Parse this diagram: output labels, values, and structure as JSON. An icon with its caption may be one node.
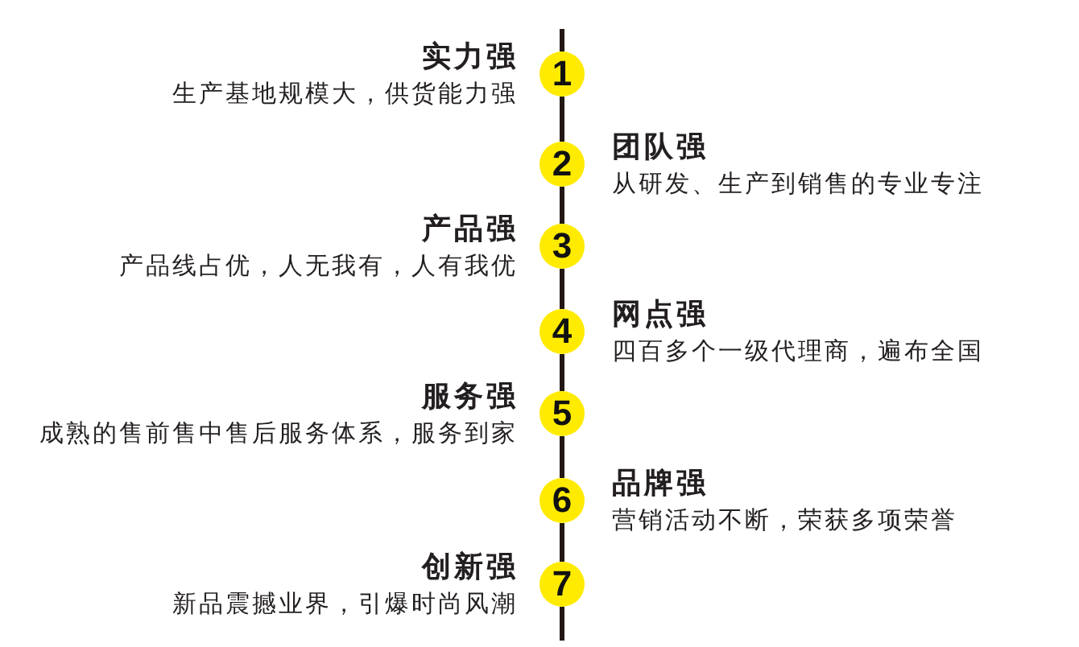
{
  "diagram": {
    "nodes": [
      {
        "text": [
          "1"
        ],
        "beside": [
          "实力强",
          "生产基地规模大，供货能力强"
        ]
      },
      {
        "text": [
          "2"
        ],
        "beside": [
          "团队强",
          "从研发、生产到销售的专业专注"
        ]
      },
      {
        "text": [
          "3"
        ],
        "beside": [
          "产品强",
          "产品线占优，人无我有，人有我优"
        ]
      },
      {
        "text": [
          "4"
        ],
        "beside": [
          "网点强",
          "四百多个一级代理商，遍布全国"
        ]
      },
      {
        "text": [
          "5"
        ],
        "beside": [
          "服务强",
          "成熟的售前售中售后服务体系，服务到家"
        ]
      },
      {
        "text": [
          "6"
        ],
        "beside": [
          "品牌强",
          "营销活动不断，荣获多项荣誉"
        ]
      },
      {
        "text": [
          "7"
        ],
        "beside": [
          "创新强",
          "新品震撼业界，引爆时尚风潮"
        ]
      }
    ],
    "edges": [
      {
        "from": null,
        "to": 0,
        "arrow": "none"
      },
      {
        "from": 0,
        "to": 1,
        "arrow": "none"
      },
      {
        "from": 1,
        "to": 2,
        "arrow": "none"
      },
      {
        "from": 2,
        "to": 3,
        "arrow": "none"
      },
      {
        "from": 3,
        "to": 4,
        "arrow": "none"
      },
      {
        "from": 4,
        "to": 5,
        "arrow": "none"
      },
      {
        "from": 5,
        "to": 6,
        "arrow": "none"
      },
      {
        "from": 6,
        "to": null,
        "arrow": "none"
      }
    ]
  }
}
